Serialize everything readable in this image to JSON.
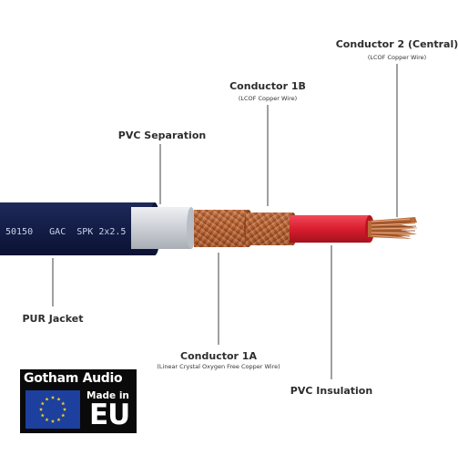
{
  "labels": {
    "conductor_2": "Conductor 2 (Central)",
    "conductor_2_sub": "(LCOF Copper Wire)",
    "conductor_1b": "Conductor 1B",
    "conductor_1b_sub": "(LCOF Copper Wire)",
    "pvc_separation": "PVC Separation",
    "pur_jacket": "PUR Jacket",
    "conductor_1a": "Conductor 1A",
    "conductor_1a_sub": "(Linear Crystal Oxygen Free Copper Wire)",
    "pvc_insulation": "PVC Insulation"
  },
  "cable_print": "50150   GAC  SPK 2x2.5",
  "badge": {
    "brand": "Gotham Audio",
    "made_in": "Made in",
    "region": "EU"
  },
  "colors": {
    "jacket": "#121c45",
    "separation": "#c9cdd4",
    "copper": "#b8673a",
    "insulation": "#d9202f",
    "leader": "#777777",
    "eu_blue": "#1d3f9e",
    "eu_star": "#f5d21b"
  }
}
